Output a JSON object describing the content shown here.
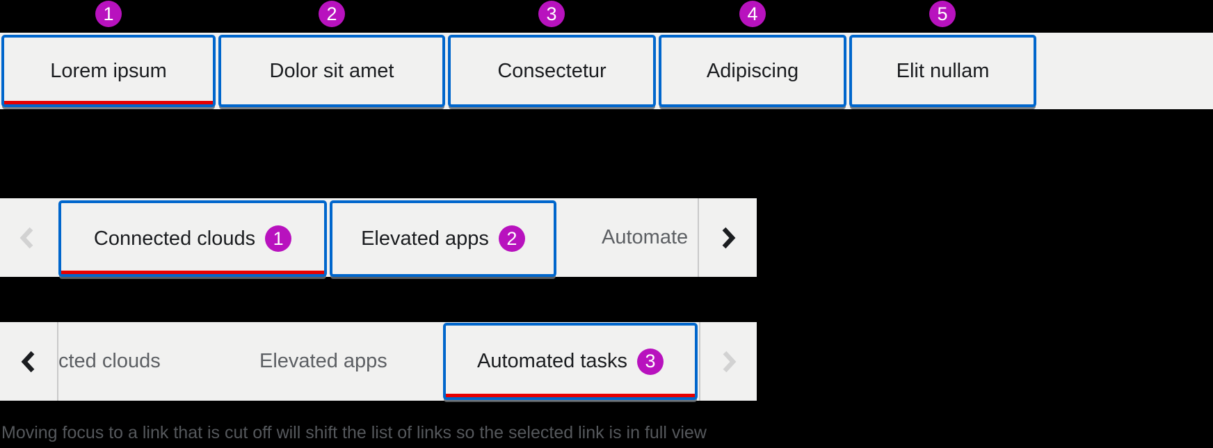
{
  "colors": {
    "annotation_box_blue": "#0066cc",
    "selected_underline_red": "#e60000",
    "annotation_badge_magenta": "#b812be",
    "bar_background_gray": "#f1f1f0",
    "inactive_label_gray": "#5c5f63"
  },
  "top_tab_bar": {
    "tabs": [
      {
        "label": "Lorem ipsum",
        "badge": "1",
        "selected": true
      },
      {
        "label": "Dolor sit amet",
        "badge": "2",
        "selected": false
      },
      {
        "label": "Consectetur",
        "badge": "3",
        "selected": false
      },
      {
        "label": "Adipiscing",
        "badge": "4",
        "selected": false
      },
      {
        "label": "Elit nullam",
        "badge": "5",
        "selected": false
      }
    ]
  },
  "middle_tab_bar": {
    "scroll_back_disabled": true,
    "scroll_forward_disabled": false,
    "tabs": [
      {
        "label": "Connected clouds",
        "badge": "1",
        "selected": true,
        "cut_off": false
      },
      {
        "label": "Elevated apps",
        "badge": "2",
        "selected": false,
        "cut_off": false
      },
      {
        "label": "Automate",
        "selected": false,
        "cut_off": true
      }
    ]
  },
  "bottom_tab_bar": {
    "scroll_back_disabled": false,
    "scroll_forward_disabled": true,
    "tabs": [
      {
        "label": "cted clouds",
        "selected": false,
        "cut_off": true
      },
      {
        "label": "Elevated apps",
        "selected": false,
        "cut_off": false
      },
      {
        "label": "Automated tasks",
        "badge": "3",
        "selected": true,
        "cut_off": false
      }
    ]
  },
  "caption": "Moving focus to a link that is cut off will shift the list of links so the selected link is in full view"
}
